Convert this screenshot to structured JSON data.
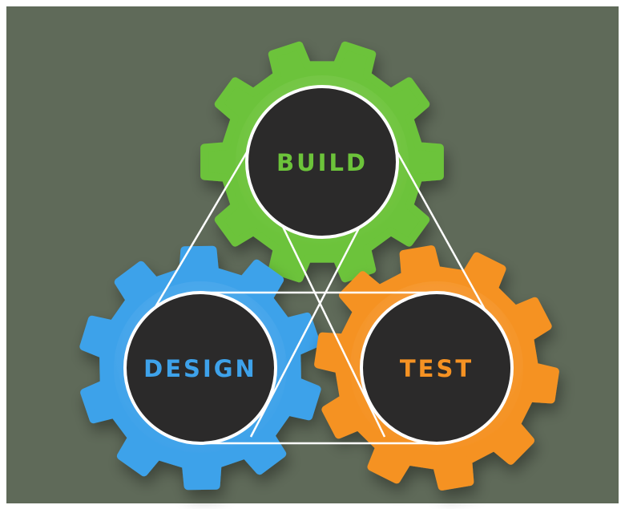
{
  "diagram": {
    "nodes": [
      {
        "id": "build",
        "label": "BUILD",
        "color": "#6cc33a"
      },
      {
        "id": "design",
        "label": "DESIGN",
        "color": "#3ea2ea"
      },
      {
        "id": "test",
        "label": "TEST",
        "color": "#f59223"
      }
    ],
    "connections": [
      [
        "build",
        "design"
      ],
      [
        "build",
        "test"
      ],
      [
        "design",
        "test"
      ]
    ],
    "circle_fill": "#2b2a2a",
    "connector_color": "#ffffff",
    "background_color": "#5f6a59"
  }
}
